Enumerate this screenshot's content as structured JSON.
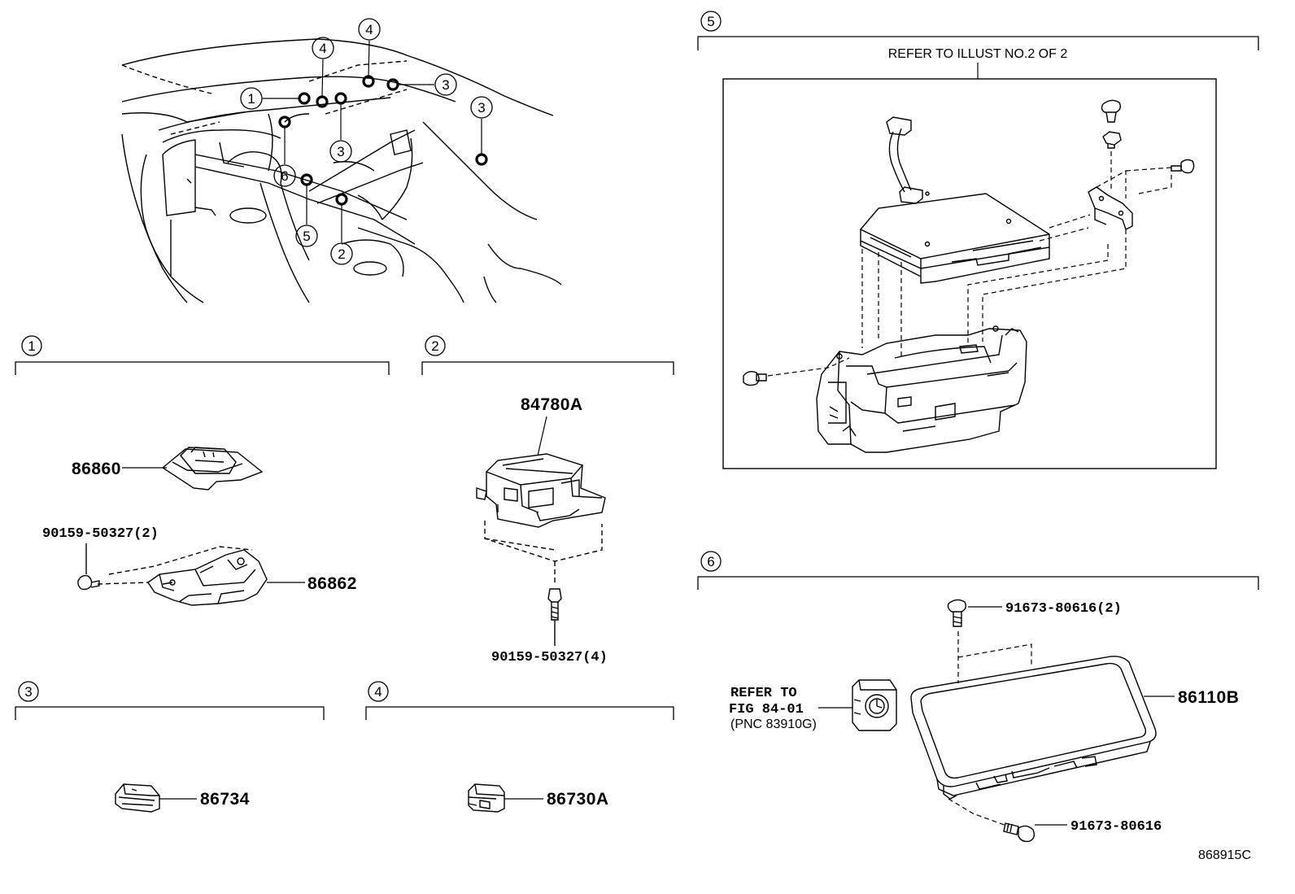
{
  "diagram": {
    "illustration_code": "868915C",
    "sections": [
      {
        "id": "1",
        "label": "1"
      },
      {
        "id": "2",
        "label": "2"
      },
      {
        "id": "3",
        "label": "3"
      },
      {
        "id": "4",
        "label": "4"
      },
      {
        "id": "5",
        "label": "5"
      },
      {
        "id": "6",
        "label": "6"
      }
    ],
    "overview_callouts": [
      "1",
      "2",
      "3",
      "3",
      "3",
      "4",
      "4",
      "5",
      "6"
    ],
    "section1": {
      "part_a": "86860",
      "bolt": "90159-50327(2)",
      "part_b": "86862"
    },
    "section2": {
      "part": "84780A",
      "bolt": "90159-50327(4)"
    },
    "section3": {
      "part": "86734"
    },
    "section4": {
      "part": "86730A"
    },
    "section5": {
      "note": "REFER TO ILLUST NO.2 OF 2"
    },
    "section6": {
      "bolt_top": "91673-80616(2)",
      "part": "86110B",
      "bolt_bottom": "91673-80616",
      "refer_line1": "REFER TO",
      "refer_line2": "FIG 84-01",
      "refer_line3": "(PNC 83910G)"
    }
  }
}
